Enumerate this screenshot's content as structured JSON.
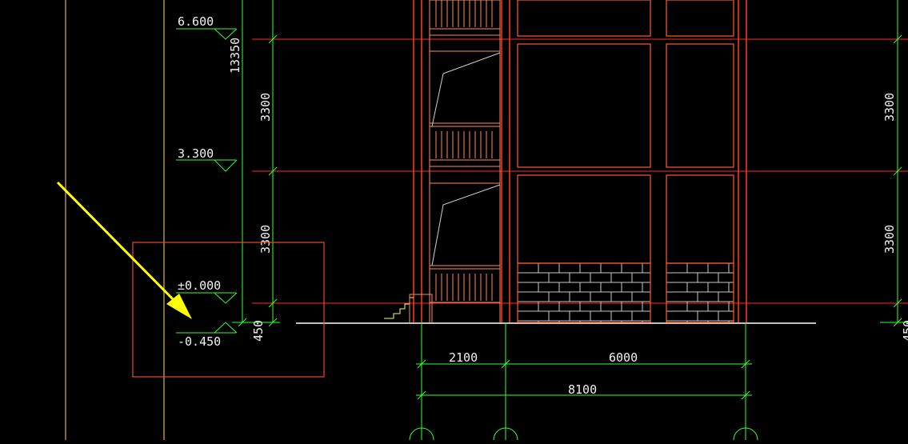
{
  "colors": {
    "background": "#000000",
    "axis_line": "#ff2a2a",
    "dimension_line": "#33ff33",
    "structure": "#ff3b1f",
    "window_frame": "#ff5a30",
    "rail": "#ff8a5a",
    "grade_line": "#ffffff",
    "reference_line": "#ffd27a",
    "highlight_box": "#e8492a",
    "arrow": "#ffff00",
    "text": "#f2f2f2",
    "stair_step": "#ffff33",
    "brick": "#c8c8c8"
  },
  "elevation_marks": {
    "level_6600": "6.600",
    "level_3300": "3.300",
    "level_0000": "±0.000",
    "level_minus_0450": "-0.450"
  },
  "vertical_dimensions": {
    "total": "13350",
    "floor_2": "3300",
    "floor_1": "3300",
    "plinth": "450",
    "right_floor_2": "3300",
    "right_floor_1": "3300",
    "right_plinth_partial": "450"
  },
  "horizontal_dimensions": {
    "span_left": "2100",
    "span_right": "6000",
    "span_total": "8100"
  },
  "icons": {
    "pointer": "arrow-icon",
    "level_marker": "elevation-triangle-icon"
  }
}
